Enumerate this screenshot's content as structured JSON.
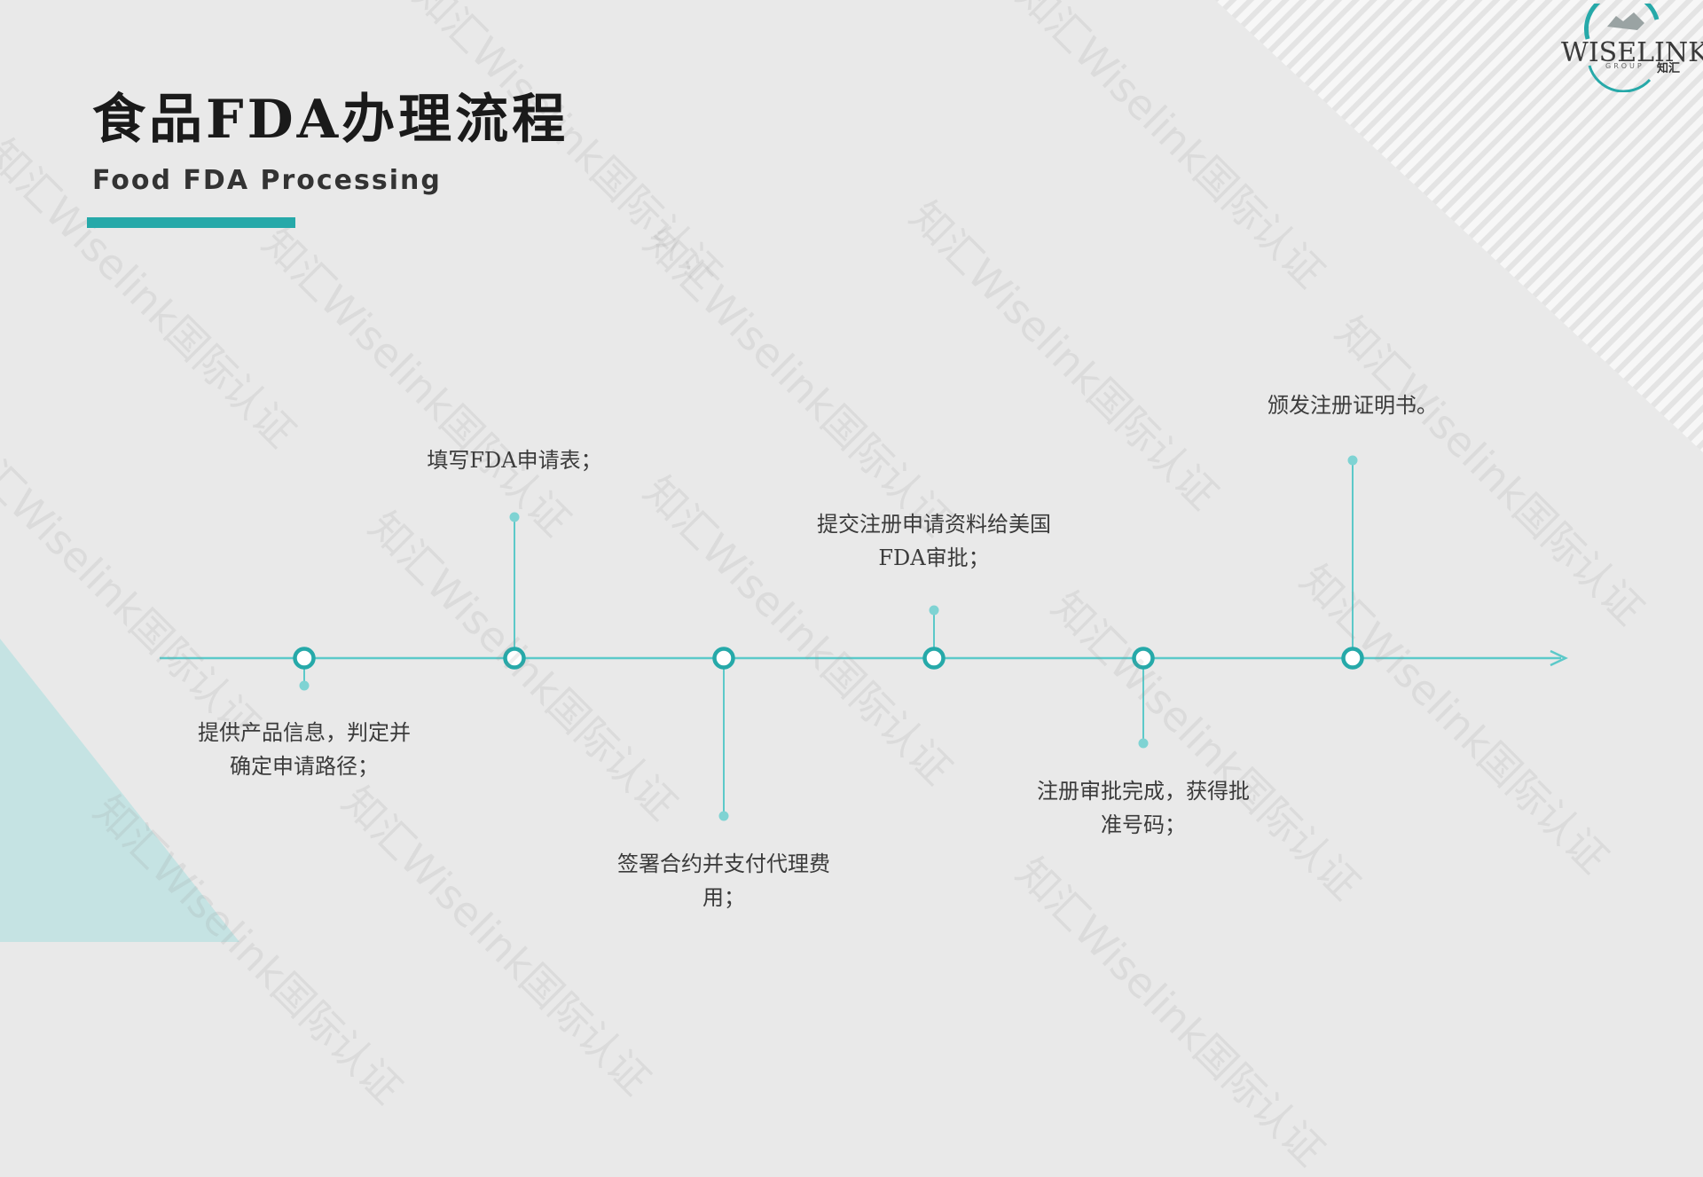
{
  "title_zh": "食品FDA办理流程",
  "title_en": "Food FDA Processing",
  "logo": {
    "main": "WISELINK",
    "sub": "GROUP",
    "zh": "知汇"
  },
  "watermark_text": "知汇Wiselink国际认证",
  "colors": {
    "accent": "#26a9a9",
    "line": "#5cc9c9",
    "background": "#e9e9e9",
    "corner": "#c5e3e3"
  },
  "steps": [
    {
      "lines": [
        "提供产品信息，判定并",
        "确定申请路径；"
      ],
      "position": "below"
    },
    {
      "lines": [
        "填写FDA申请表；"
      ],
      "position": "above"
    },
    {
      "lines": [
        "签署合约并支付代理费",
        "用；"
      ],
      "position": "below"
    },
    {
      "lines": [
        "提交注册申请资料给美国",
        "FDA审批；"
      ],
      "position": "above"
    },
    {
      "lines": [
        "注册审批完成，获得批",
        "准号码；"
      ],
      "position": "below"
    },
    {
      "lines": [
        "颁发注册证明书。"
      ],
      "position": "above"
    }
  ]
}
